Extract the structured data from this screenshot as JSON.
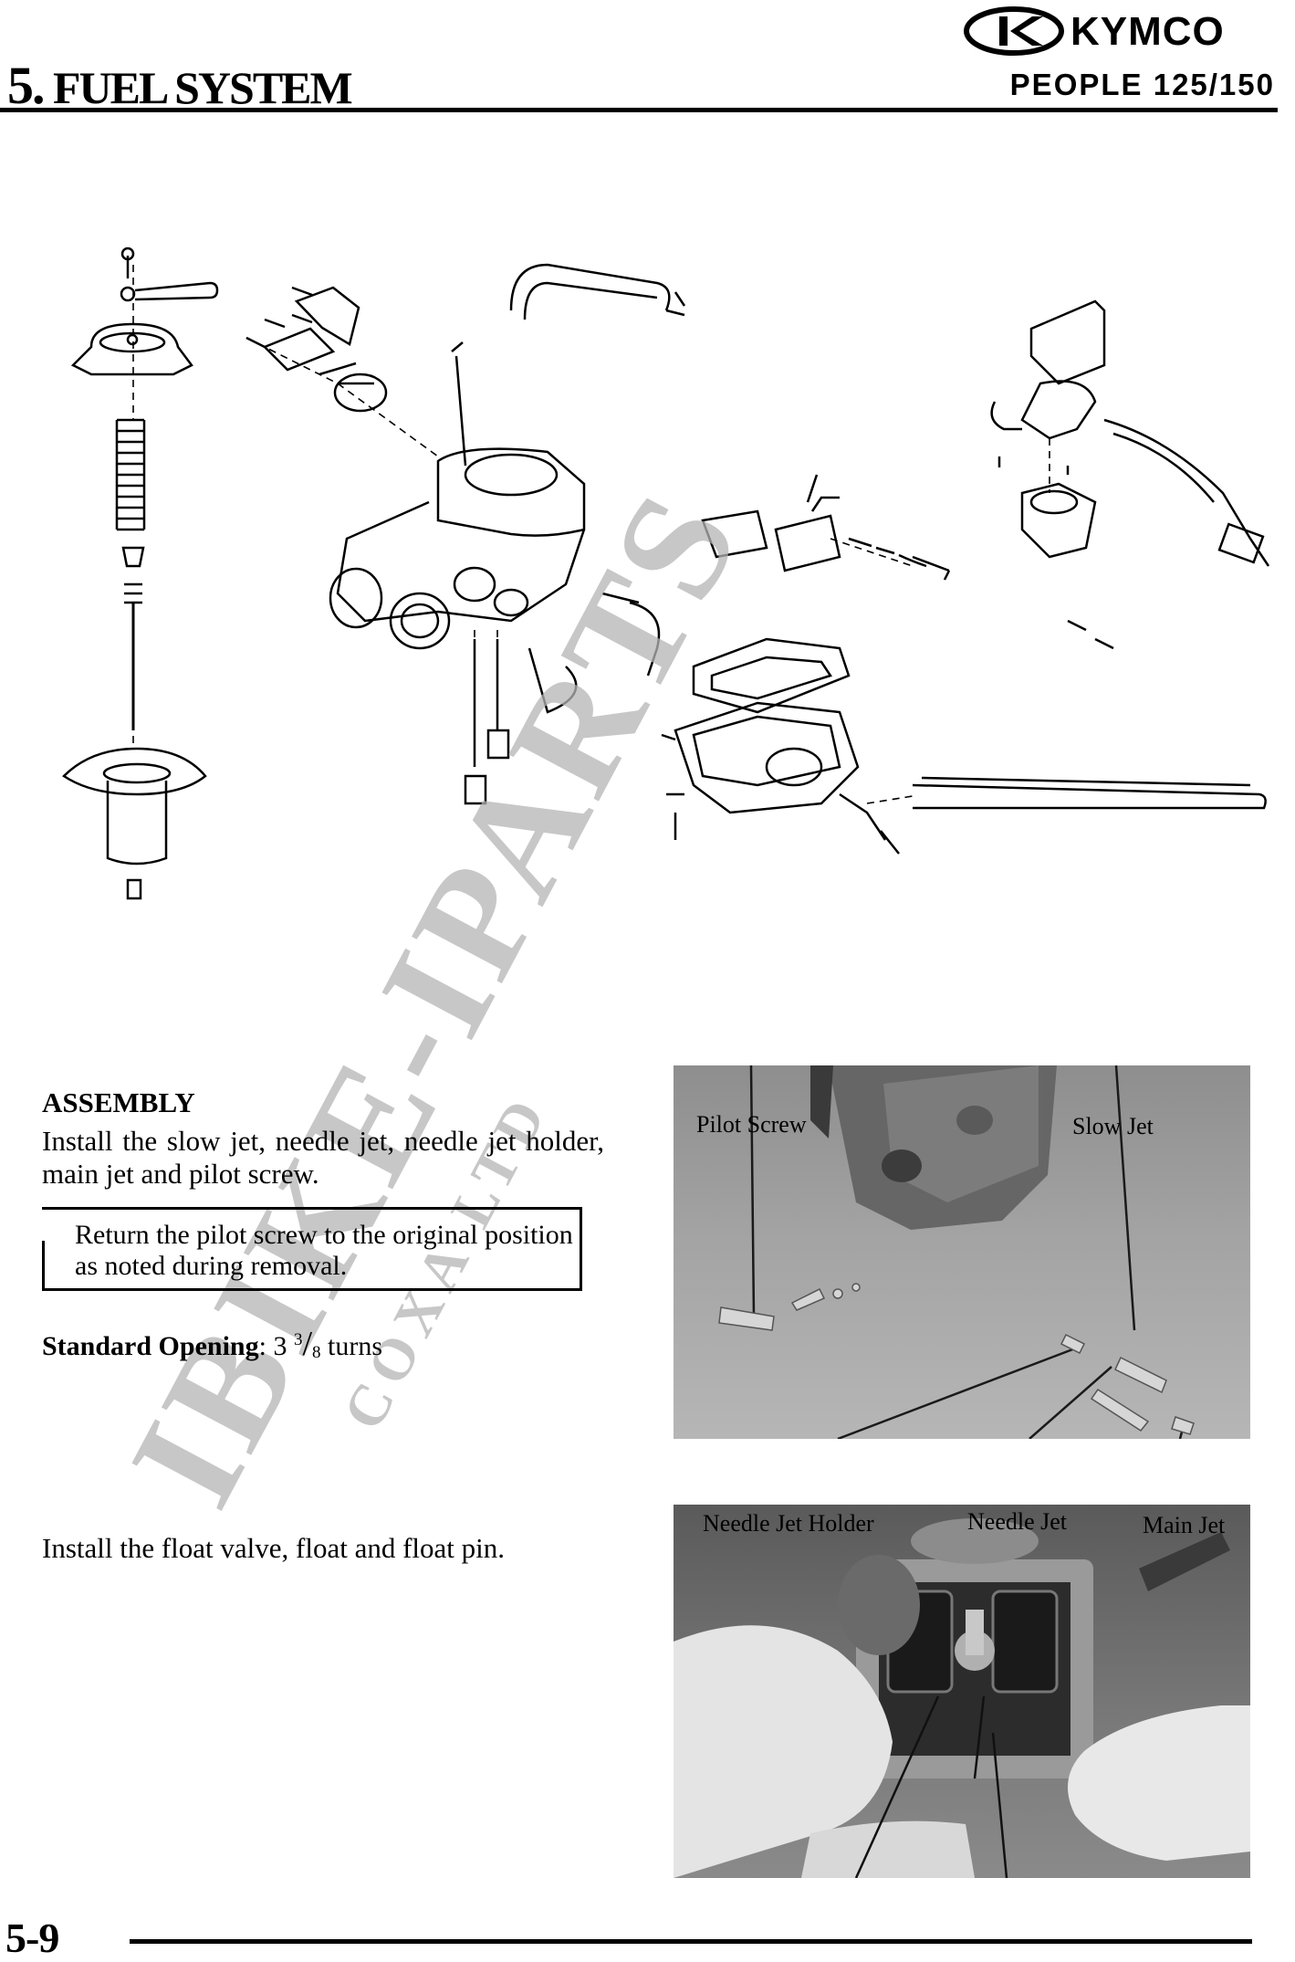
{
  "header": {
    "section_number": "5.",
    "section_title": "FUEL SYSTEM",
    "brand": "KYMCO",
    "model": "PEOPLE 125/150"
  },
  "diagram": {
    "description_icon": "carburetor-exploded-view"
  },
  "assembly": {
    "heading": "ASSEMBLY",
    "text": "Install the slow jet, needle jet, needle jet holder, main jet and pilot screw.",
    "note": "Return the pilot screw to the original position as noted during removal.",
    "standard_opening_label": "Standard Opening",
    "standard_opening_whole": "3",
    "standard_opening_numerator": "3",
    "standard_opening_denominator": "8",
    "standard_opening_unit": "turns"
  },
  "photo1": {
    "labels": {
      "pilot_screw": "Pilot Screw",
      "slow_jet": "Slow Jet"
    }
  },
  "float_step": {
    "text": "Install the float valve, float and float pin."
  },
  "photo2": {
    "labels": {
      "needle_jet_holder": "Needle Jet Holder",
      "needle_jet": "Needle Jet",
      "main_jet": "Main Jet"
    }
  },
  "watermark": {
    "line1": "IBIKE-IPARTS",
    "line2": "COXA LTD"
  },
  "footer": {
    "page_number": "5-9"
  }
}
